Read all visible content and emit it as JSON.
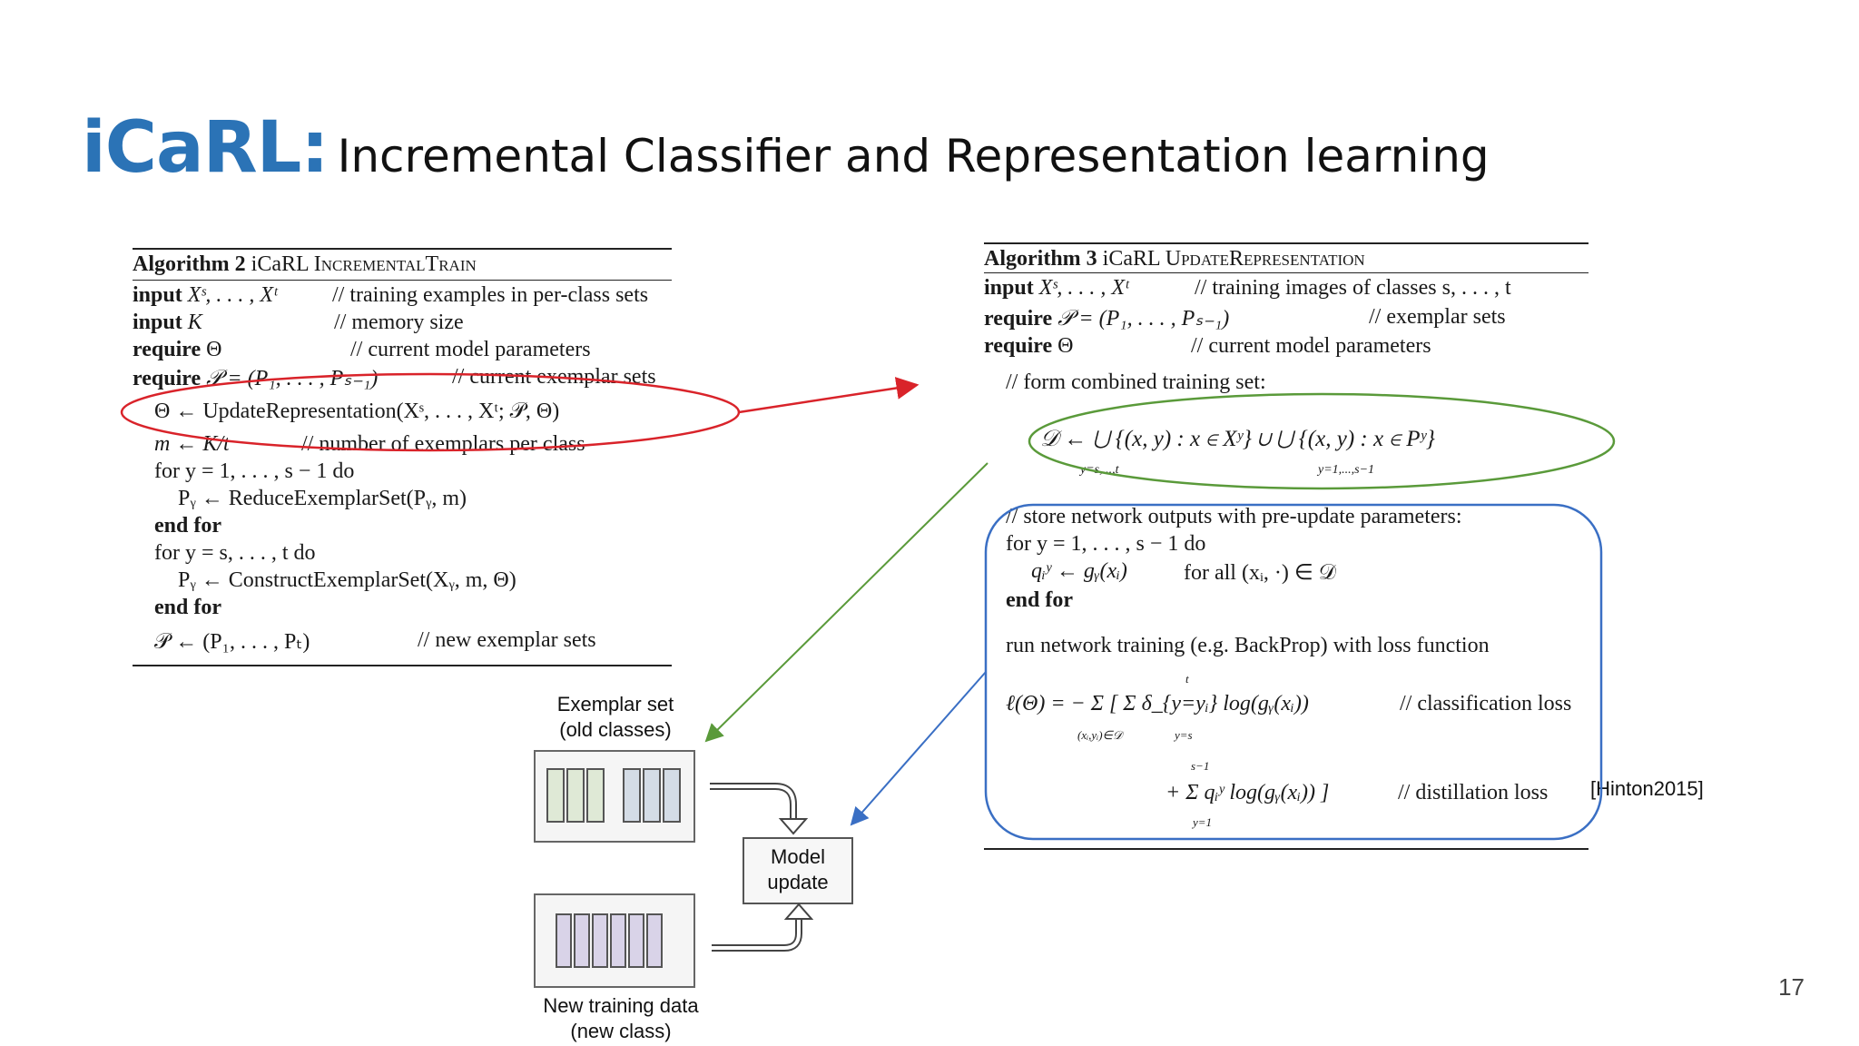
{
  "title": {
    "brand": "iCaRL:",
    "subtitle": "Incremental Classifier and Representation learning"
  },
  "algo2": {
    "header_kw": "Algorithm 2",
    "header_name": "iCaRL",
    "header_proc": "IncrementalTrain",
    "lines": [
      {
        "kw": "input",
        "expr": "Xˢ, . . . , Xᵗ",
        "comment": "// training examples in per-class sets"
      },
      {
        "kw": "input",
        "expr": "K",
        "comment": "// memory size"
      },
      {
        "kw": "require",
        "expr": "Θ",
        "comment": "// current model parameters"
      },
      {
        "kw": "require",
        "expr": "𝒫 = (P₁, . . . , Pₛ₋₁)",
        "comment": "// current exemplar sets"
      }
    ],
    "update_call": "Θ ← UpdateRepresentation(Xˢ, . . . , Xᵗ; 𝒫, Θ)",
    "m_assign": "m ← K/t",
    "m_comment": "// number of exemplars per class",
    "for1": "for y = 1, . . . , s − 1 do",
    "reduce": "Pᵧ ← ReduceExemplarSet(Pᵧ, m)",
    "endfor1": "end for",
    "for2": "for y = s, . . . , t do",
    "construct": "Pᵧ ← ConstructExemplarSet(Xᵧ, m, Θ)",
    "endfor2": "end for",
    "final": "𝒫 ← (P₁, . . . , Pₜ)",
    "final_comment": "// new exemplar sets"
  },
  "algo3": {
    "header_kw": "Algorithm 3",
    "header_name": "iCaRL",
    "header_proc": "UpdateRepresentation",
    "lines": [
      {
        "kw": "input",
        "expr": "Xˢ, . . . , Xᵗ",
        "comment": "// training images of classes s, . . . , t"
      },
      {
        "kw": "require",
        "expr": "𝒫 = (P₁, . . . , Pₛ₋₁)",
        "comment": "// exemplar sets"
      },
      {
        "kw": "require",
        "expr": "Θ",
        "comment": "// current model parameters"
      }
    ],
    "form_comment": "// form combined training set:",
    "d_formula": "𝒟 ← ⋃ {(x, y) : x ∈ Xʸ} ∪ ⋃ {(x, y) : x ∈ Pʸ}",
    "d_sub1": "y=s,...,t",
    "d_sub2": "y=1,...,s−1",
    "store_comment": "// store network outputs with pre-update parameters:",
    "for1": "for y = 1, . . . , s − 1 do",
    "q_assign": "qᵢʸ ← gᵧ(xᵢ)",
    "q_forall": "for all (xᵢ, ·) ∈ 𝒟",
    "endfor": "end for",
    "run": "run network training (e.g. BackProp) with loss function",
    "loss1": "ℓ(Θ) = −  Σ   [ Σ δ_{y=yᵢ} log(gᵧ(xᵢ))",
    "loss1_sub": "(xᵢ,yᵢ)∈𝒟",
    "loss1_inner": "y=s",
    "loss1_top": "t",
    "loss1_comment": "// classification loss",
    "loss2": "+ Σ qᵢʸ log(gᵧ(xᵢ)) ]",
    "loss2_top": "s−1",
    "loss2_sub": "y=1",
    "loss2_comment": "// distillation loss"
  },
  "diagram": {
    "exemplar_label": [
      "Exemplar set",
      "(old classes)"
    ],
    "new_label": [
      "New training data",
      "(new class)"
    ],
    "model_label": [
      "Model",
      "update"
    ]
  },
  "citation": "[Hinton2015]",
  "page_number": "17",
  "colors": {
    "brand": "#2b73b6",
    "red": "#d9232a",
    "green": "#5a9a3a",
    "blue": "#3a6fc4"
  }
}
